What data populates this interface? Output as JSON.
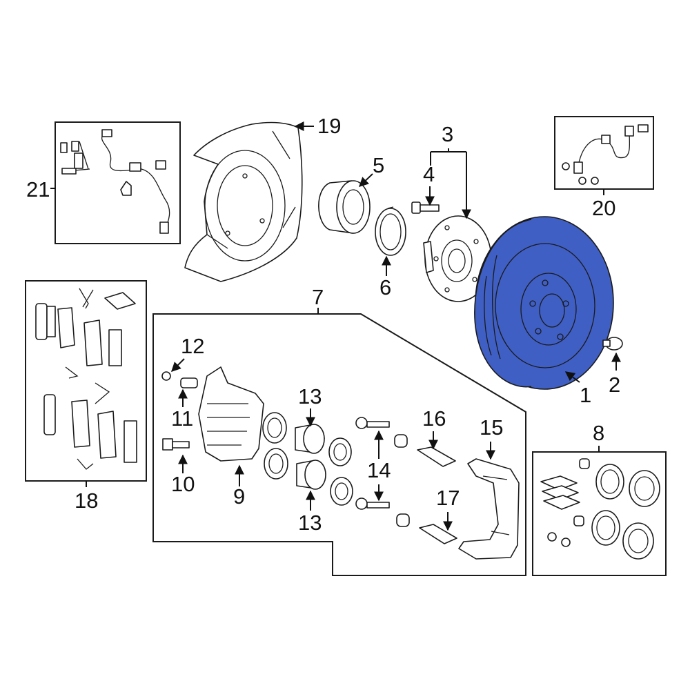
{
  "diagram": {
    "highlight_color": "#3f5fc4",
    "outline_color": "#1a1a1a",
    "callouts": {
      "c1": "1",
      "c2": "2",
      "c3": "3",
      "c4": "4",
      "c5": "5",
      "c6": "6",
      "c7": "7",
      "c8": "8",
      "c9": "9",
      "c10": "10",
      "c11": "11",
      "c12": "12",
      "c13a": "13",
      "c13b": "13",
      "c14": "14",
      "c15": "15",
      "c16": "16",
      "c17": "17",
      "c18": "18",
      "c19": "19",
      "c20": "20",
      "c21": "21"
    }
  }
}
